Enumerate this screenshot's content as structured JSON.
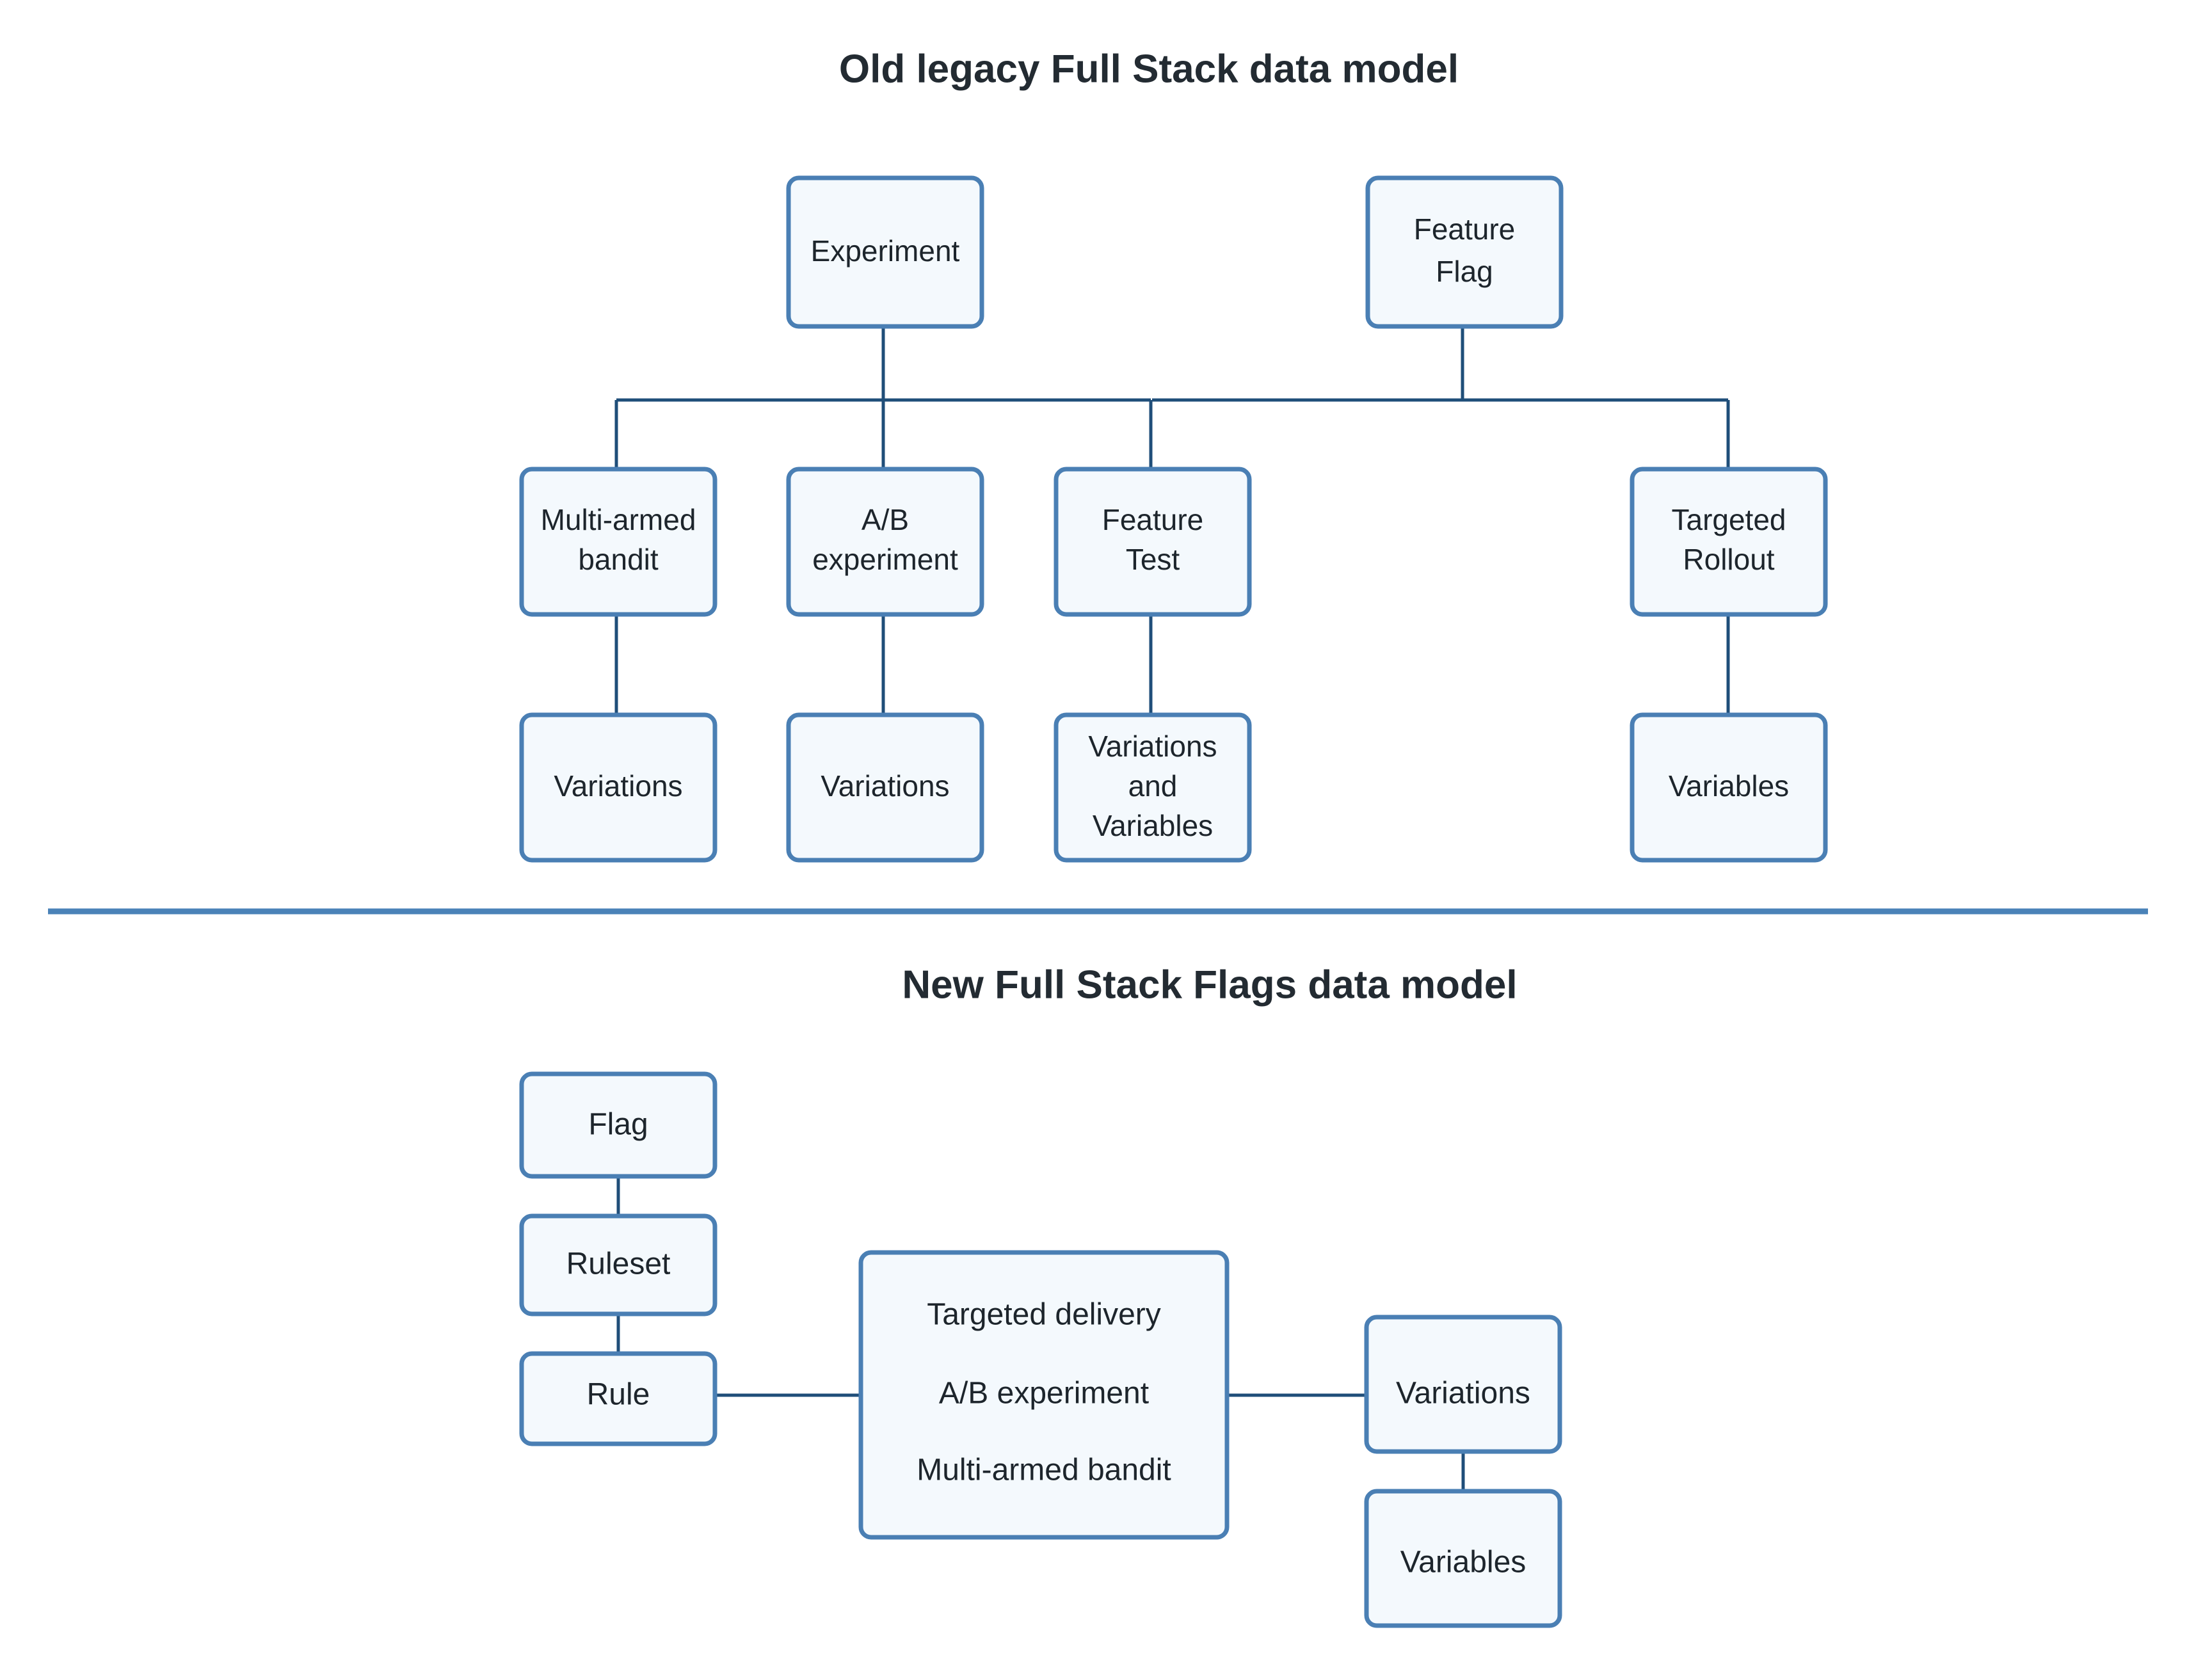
{
  "colors": {
    "background": "#ffffff",
    "node_fill": "#f4f9fd",
    "node_border": "#4a7fb4",
    "connector": "#1f4e79",
    "divider": "#4a82b8",
    "title_text": "#232b32",
    "node_text": "#1d252c"
  },
  "sections": {
    "old": {
      "title": "Old legacy Full Stack data model",
      "nodes": {
        "experiment": {
          "label": "Experiment"
        },
        "feature_flag": {
          "line1": "Feature",
          "line2": "Flag"
        },
        "multi_armed_bandit": {
          "line1": "Multi-armed",
          "line2": "bandit"
        },
        "ab_experiment": {
          "line1": "A/B",
          "line2": "experiment"
        },
        "feature_test": {
          "line1": "Feature",
          "line2": "Test"
        },
        "targeted_rollout": {
          "line1": "Targeted",
          "line2": "Rollout"
        },
        "variations_mab": {
          "label": "Variations"
        },
        "variations_ab": {
          "label": "Variations"
        },
        "variations_and_variables": {
          "line1": "Variations",
          "line2": "and",
          "line3": "Variables"
        },
        "variables_rollout": {
          "label": "Variables"
        }
      }
    },
    "new": {
      "title": "New Full Stack Flags data model",
      "nodes": {
        "flag": {
          "label": "Flag"
        },
        "ruleset": {
          "label": "Ruleset"
        },
        "rule": {
          "label": "Rule"
        },
        "delivery_modes": {
          "line1": "Targeted delivery",
          "line2": "A/B experiment",
          "line3": "Multi-armed bandit"
        },
        "variations": {
          "label": "Variations"
        },
        "variables": {
          "label": "Variables"
        }
      }
    }
  }
}
